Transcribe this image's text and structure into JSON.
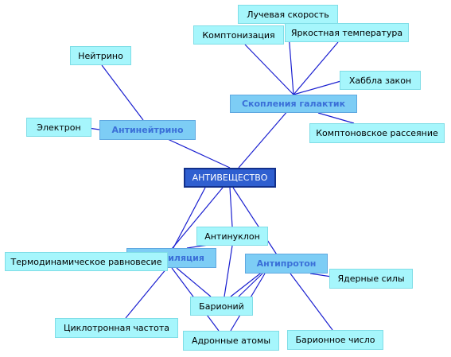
{
  "colors": {
    "root_fill": "#2f5fd0",
    "hub_fill": "#7dcdf5",
    "hub_text": "#3a6fd8",
    "leaf_fill": "#a6f6fc",
    "link": "#1a1fd0"
  },
  "nodes": {
    "root": "АНТИВЕЩЕСТВО",
    "antineutrino": "Антинейтрино",
    "galaxy_clusters": "Скопления галактик",
    "annihilation": "Аннигиляция",
    "antiproton": "Антипротон",
    "antinucleon": "Антинуклон",
    "neutrino": "Нейтрино",
    "electron": "Электрон",
    "radial_velocity": "Лучевая скорость",
    "comptonization": "Комптонизация",
    "brightness_temperature": "Яркостная температура",
    "hubble_law": "Хаббла закон",
    "compton_scattering": "Комптоновское рассеяние",
    "thermodynamic_equilibrium": "Термодинамическое равновесие",
    "cyclotron_frequency": "Циклотронная частота",
    "baryon": "Барионий",
    "hadron_atoms": "Адронные атомы",
    "nuclear_forces": "Ядерные силы",
    "baryon_number": "Барионное число"
  }
}
